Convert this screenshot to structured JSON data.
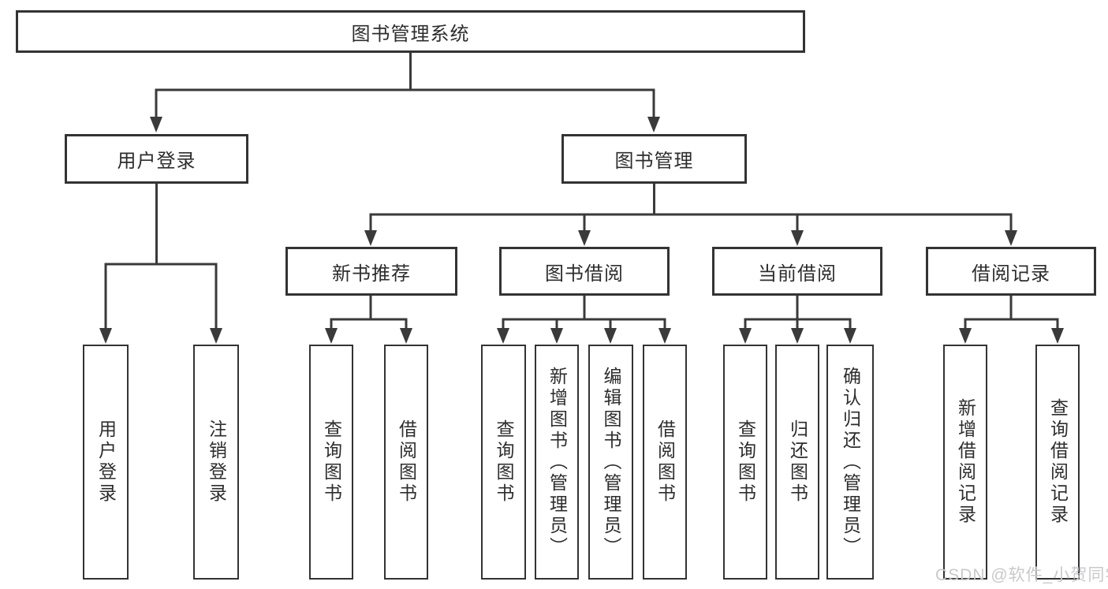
{
  "diagram": {
    "root": {
      "label": "图书管理系统"
    },
    "branches": [
      {
        "label": "用户登录",
        "children": [
          {
            "label": "用户登录"
          },
          {
            "label": "注销登录"
          }
        ]
      },
      {
        "label": "图书管理",
        "children": [
          {
            "label": "新书推荐",
            "children": [
              {
                "label": "查询图书"
              },
              {
                "label": "借阅图书"
              }
            ]
          },
          {
            "label": "图书借阅",
            "children": [
              {
                "label": "查询图书"
              },
              {
                "label": "新增图书（管理员）"
              },
              {
                "label": "编辑图书（管理员）"
              },
              {
                "label": "借阅图书"
              }
            ]
          },
          {
            "label": "当前借阅",
            "children": [
              {
                "label": "查询图书"
              },
              {
                "label": "归还图书"
              },
              {
                "label": "确认归还（管理员）"
              }
            ]
          },
          {
            "label": "借阅记录",
            "children": [
              {
                "label": "新增借阅记录"
              },
              {
                "label": "查询借阅记录"
              }
            ]
          }
        ]
      }
    ]
  },
  "watermark": {
    "text": "CSDN @软件_小贺同学"
  },
  "colors": {
    "line": "#3a3a3a",
    "border": "#333333",
    "text": "#2d2d2d",
    "watermark": "#c9c9cd",
    "background": "#ffffff"
  }
}
